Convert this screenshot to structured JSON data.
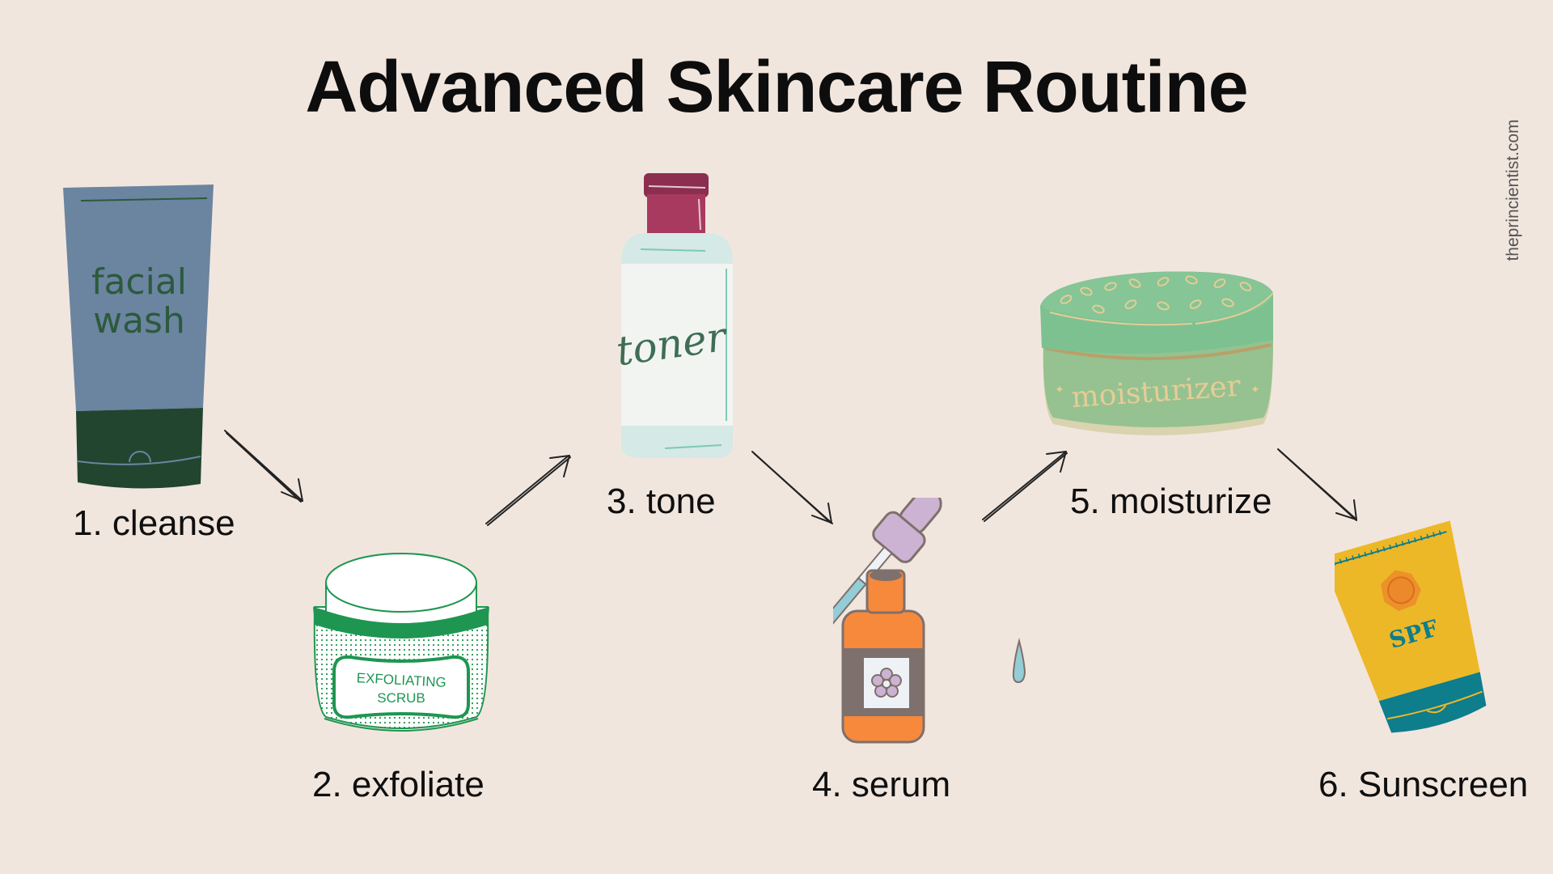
{
  "title": "Advanced Skincare Routine",
  "watermark": "theprincientist.com",
  "colors": {
    "background": "#F1E6DE",
    "title": "#0d0d0d",
    "cleanser_body": "#6B84A0",
    "cleanser_cap": "#21452F",
    "cleanser_text": "#2B5A3C",
    "scrub_green": "#1E9651",
    "toner_cap": "#9A3055",
    "toner_body": "#D5E9E6",
    "toner_label": "#F2F4F2",
    "toner_text": "#3E6E55",
    "serum_orange": "#F7893C",
    "serum_brown": "#7E706C",
    "serum_lilac": "#CDB3D3",
    "serum_liquid": "#93CDD6",
    "moisturizer_lid": "#7DC190",
    "moisturizer_body": "#95C290",
    "moisturizer_accent": "#E6CC96",
    "spf_yellow": "#EDB827",
    "spf_teal": "#0E7D8C",
    "spf_orange": "#EC8A2B"
  },
  "steps": [
    {
      "number": "1.",
      "label": "cleanse",
      "product": "facial wash",
      "product_line1": "facial",
      "product_line2": "wash"
    },
    {
      "number": "2.",
      "label": "exfoliate",
      "product": "exfoliating scrub",
      "product_line1": "EXFOLIATING",
      "product_line2": "SCRUB"
    },
    {
      "number": "3.",
      "label": "tone",
      "product": "toner",
      "product_text": "toner"
    },
    {
      "number": "4.",
      "label": "serum",
      "product": "serum dropper bottle"
    },
    {
      "number": "5.",
      "label": "moisturize",
      "product": "moisturizer",
      "product_text": "moisturizer"
    },
    {
      "number": "6.",
      "label": "Sunscreen",
      "product": "sunscreen tube",
      "product_text": "SPF"
    }
  ],
  "step_labels": {
    "s1": "1. cleanse",
    "s2": "2. exfoliate",
    "s3": "3. tone",
    "s4": "4. serum",
    "s5": "5. moisturize",
    "s6": "6. Sunscreen"
  },
  "arrows": [
    {
      "from": "cleanse",
      "to": "exfoliate",
      "direction": "down-right"
    },
    {
      "from": "exfoliate",
      "to": "tone",
      "direction": "up-right"
    },
    {
      "from": "tone",
      "to": "serum",
      "direction": "down-right"
    },
    {
      "from": "serum",
      "to": "moisturize",
      "direction": "up-right"
    },
    {
      "from": "moisturize",
      "to": "Sunscreen",
      "direction": "down-right"
    }
  ]
}
